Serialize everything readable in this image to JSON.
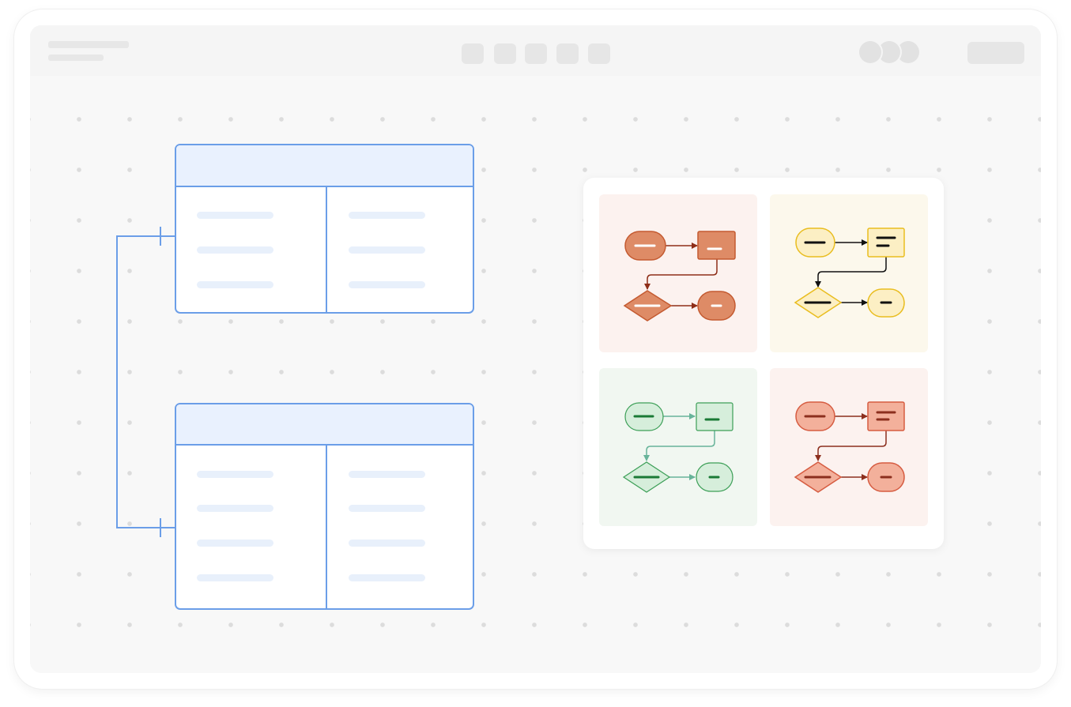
{
  "app": {
    "title": "",
    "subtitle": ""
  },
  "toolbar": {
    "tools": [
      "select-tool",
      "shape-tool",
      "text-tool",
      "connector-tool",
      "sticky-tool"
    ],
    "collaborators": [
      "avatar-1",
      "avatar-2",
      "avatar-3"
    ],
    "share_label": ""
  },
  "canvas": {
    "background": "dotted-grid",
    "er_diagram": {
      "stroke_color": "#6b9ee8",
      "header_fill": "#e9f1fe",
      "text_bar_color": "#e8f0fb",
      "tables": [
        {
          "name": "table-top",
          "rows": 3,
          "columns": 2
        },
        {
          "name": "table-bottom",
          "rows": 4,
          "columns": 2
        }
      ],
      "relationship": "one-to-one"
    },
    "template_panel": {
      "background": "#ffffff",
      "cards": [
        {
          "name": "flowchart-orange",
          "bg": "#fcf2ef",
          "fill": "#de8b66",
          "stroke": "#c45a30",
          "line": "#8e2e18",
          "text": "#ffffff"
        },
        {
          "name": "flowchart-yellow",
          "bg": "#fcf8ec",
          "fill": "#fcefc4",
          "stroke": "#e9bd1f",
          "line": "#111111",
          "text": "#111111"
        },
        {
          "name": "flowchart-green",
          "bg": "#f1f7f1",
          "fill": "#d6eedb",
          "stroke": "#3c9f57",
          "line": "#68b49a",
          "text": "#1b7a36"
        },
        {
          "name": "flowchart-coral",
          "bg": "#fcf2ef",
          "fill": "#f3b09b",
          "stroke": "#d65c41",
          "line": "#8c2f1e",
          "text": "#8c2f1e"
        }
      ]
    }
  }
}
